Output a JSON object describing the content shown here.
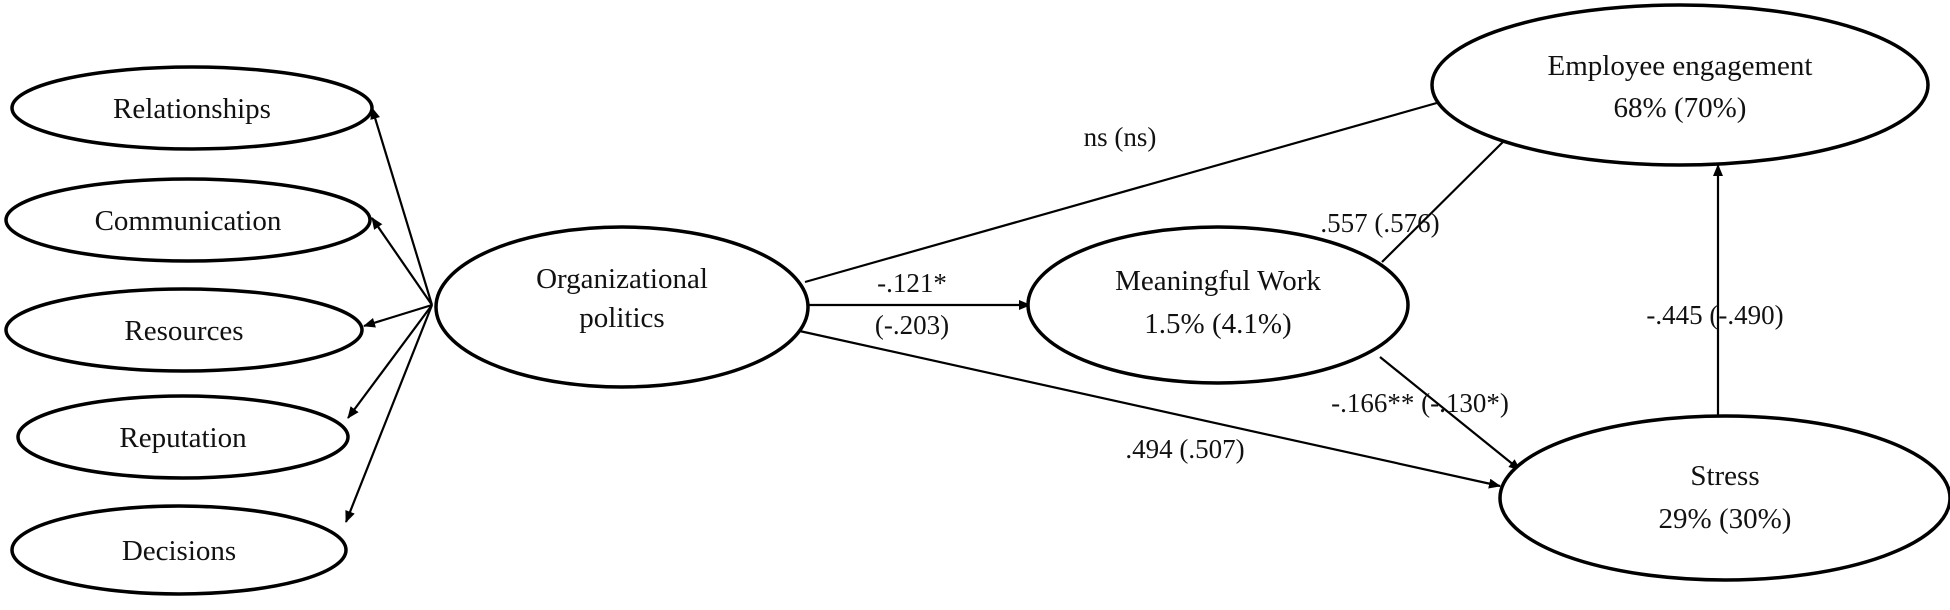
{
  "nodes": {
    "relationships": {
      "label": "Relationships"
    },
    "communication": {
      "label": "Communication"
    },
    "resources": {
      "label": "Resources"
    },
    "reputation": {
      "label": "Reputation"
    },
    "decisions": {
      "label": "Decisions"
    },
    "organizational_politics": {
      "line1": "Organizational",
      "line2": "politics"
    },
    "meaningful_work": {
      "line1": "Meaningful Work",
      "line2": "1.5%  (4.1%)"
    },
    "employee_engagement": {
      "line1": "Employee engagement",
      "line2": "68%  (70%)"
    },
    "stress": {
      "line1": "Stress",
      "line2": "29%  (30%)"
    }
  },
  "edges": {
    "politics_to_engagement": {
      "label": "ns (ns)"
    },
    "politics_to_meaningful": {
      "line1": "-.121*",
      "line2": "(-.203)"
    },
    "meaningful_to_engagement": {
      "label": ".557  (.576)"
    },
    "meaningful_to_stress": {
      "label": "-.166**  (-.130*)"
    },
    "politics_to_stress": {
      "label": ".494 (.507)"
    },
    "stress_to_engagement": {
      "label": "-.445  (-.490)"
    }
  }
}
